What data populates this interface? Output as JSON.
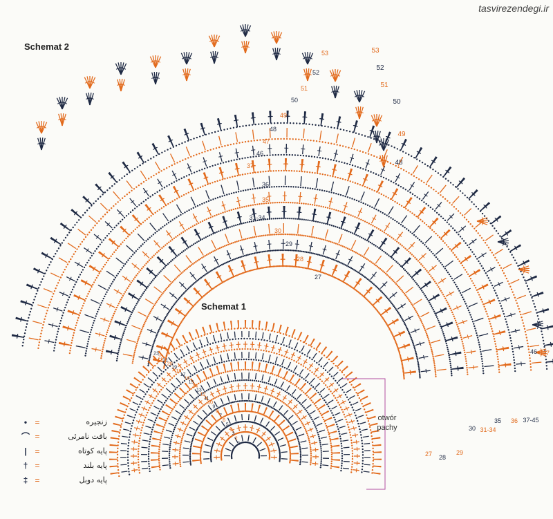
{
  "watermark": "tasvirezendegi.ir",
  "schemat2": {
    "title": "Schemat 2",
    "round_labels_top": [
      {
        "text": "53",
        "color": "orange"
      },
      {
        "text": "52",
        "color": "dark"
      },
      {
        "text": "51",
        "color": "orange"
      },
      {
        "text": "50",
        "color": "dark"
      },
      {
        "text": "49",
        "color": "orange"
      },
      {
        "text": "48",
        "color": "dark"
      }
    ],
    "round_labels_center": [
      "53",
      "52",
      "51",
      "50",
      "49",
      "48",
      "47",
      "46",
      "37",
      "36",
      "35",
      "31-34",
      "30",
      "29",
      "28",
      "27"
    ],
    "round_labels_right": [
      "46",
      "47"
    ],
    "round_labels_bottom": [
      "27",
      "28",
      "29",
      "30",
      "31-34",
      "35",
      "36",
      "37-45"
    ]
  },
  "schemat1": {
    "title": "Schemat 1",
    "callout": [
      "otwór",
      "pachy"
    ],
    "inner_labels": [
      "23",
      "22",
      "21",
      "20",
      "19",
      "18",
      "17",
      "16",
      "15",
      "14",
      "13",
      "12",
      "11",
      "10",
      "9",
      "8",
      "7",
      "6",
      "5",
      "4",
      "3",
      "2",
      "1"
    ]
  },
  "legend": [
    {
      "symbol": "•",
      "eq": "=",
      "text": "زنجیره"
    },
    {
      "symbol": "⌒",
      "eq": "=",
      "text": "بافت نامرئی"
    },
    {
      "symbol": "|",
      "eq": "=",
      "text": "پایه کوتاه"
    },
    {
      "symbol": "†",
      "eq": "=",
      "text": "پایه بلند"
    },
    {
      "symbol": "‡",
      "eq": "=",
      "text": "پایه دوبل"
    }
  ],
  "colors": {
    "orange": "#e26a1c",
    "dark": "#1f2a44",
    "background": "#fbfbf8"
  }
}
